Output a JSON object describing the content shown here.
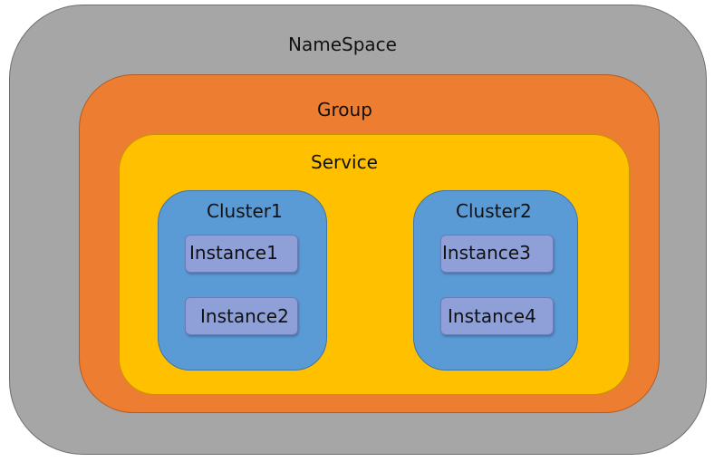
{
  "diagram": {
    "namespace": {
      "label": "NameSpace",
      "color": "#a6a6a6"
    },
    "group": {
      "label": "Group",
      "color": "#ed7d31"
    },
    "service": {
      "label": "Service",
      "color": "#ffc000"
    },
    "clusters": [
      {
        "label": "Cluster1",
        "color": "#5b9bd5",
        "instances": [
          "Instance1",
          "Instance2"
        ]
      },
      {
        "label": "Cluster2",
        "color": "#5b9bd5",
        "instances": [
          "Instance3",
          "Instance4"
        ]
      }
    ],
    "instance_color": "#8fa0d8"
  }
}
